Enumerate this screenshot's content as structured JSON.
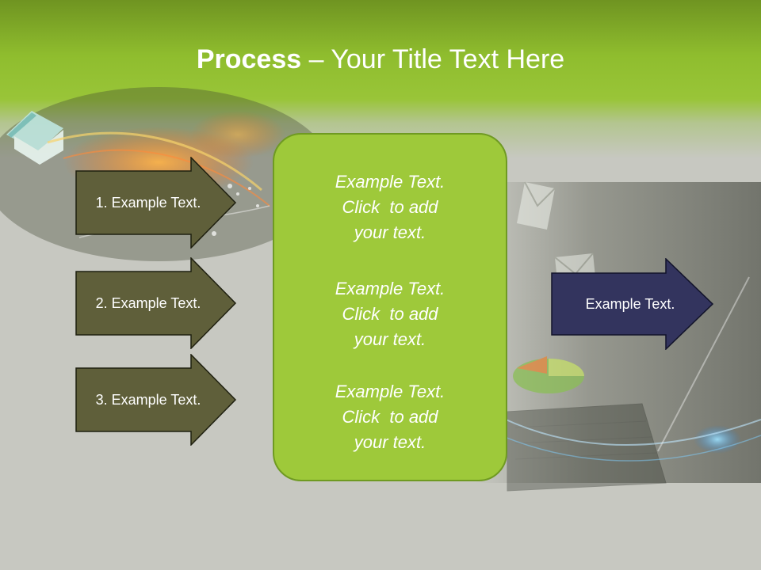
{
  "slide": {
    "title_bold": "Process",
    "title_rest": " – Your Title Text Here"
  },
  "left_arrows": [
    {
      "label": "1. Example Text."
    },
    {
      "label": "2. Example Text."
    },
    {
      "label": "3. Example Text."
    }
  ],
  "center_box": {
    "paragraphs": [
      {
        "lines": [
          "Example Text.",
          "Click  to add",
          "your text."
        ]
      },
      {
        "lines": [
          "Example Text.",
          "Click  to add",
          "your text."
        ]
      },
      {
        "lines": [
          "Example Text.",
          "Click  to add",
          "your text."
        ]
      }
    ]
  },
  "right_arrow": {
    "label": "Example Text."
  },
  "colors": {
    "header_green": "#8fbd2e",
    "center_fill": "#9ec93a",
    "left_arrow_fill": "#5f5f3a",
    "right_arrow_fill": "#33345e",
    "background": "#c7c8c1"
  }
}
